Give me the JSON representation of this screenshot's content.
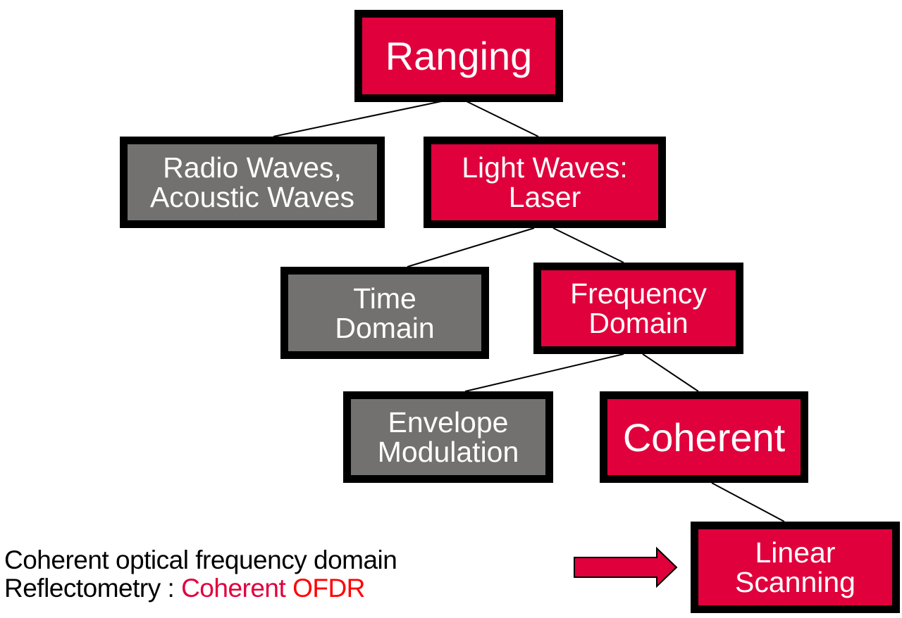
{
  "colors": {
    "highlight_node": "#e0003c",
    "neutral_node": "#737070",
    "border": "#000000",
    "node_text": "#ffffff",
    "caption_text": "#000000",
    "caption_highlight_1": "#e0003c",
    "caption_highlight_2": "#ff0000",
    "arrow_fill": "#e0003c"
  },
  "tree": {
    "root": {
      "label": "Ranging",
      "style": "highlight"
    },
    "radio_acoustic": {
      "label": "Radio  Waves,\nAcoustic  Waves",
      "style": "neutral"
    },
    "light_laser": {
      "label": "Light  Waves:\nLaser",
      "style": "highlight"
    },
    "time_domain": {
      "label": "Time\nDomain",
      "style": "neutral"
    },
    "frequency_domain": {
      "label": "Frequency\nDomain",
      "style": "highlight"
    },
    "envelope_modulation": {
      "label": "Envelope\nModulation",
      "style": "neutral"
    },
    "coherent": {
      "label": "Coherent",
      "style": "highlight"
    },
    "linear_scanning": {
      "label": "Linear\nScanning",
      "style": "highlight"
    }
  },
  "caption": {
    "line1": "Coherent optical frequency domain",
    "line2_prefix": "Reflectometry : ",
    "line2_red": "Coherent",
    "line2_bright": " OFDR"
  },
  "arrow": {
    "icon": "right-arrow-icon"
  }
}
